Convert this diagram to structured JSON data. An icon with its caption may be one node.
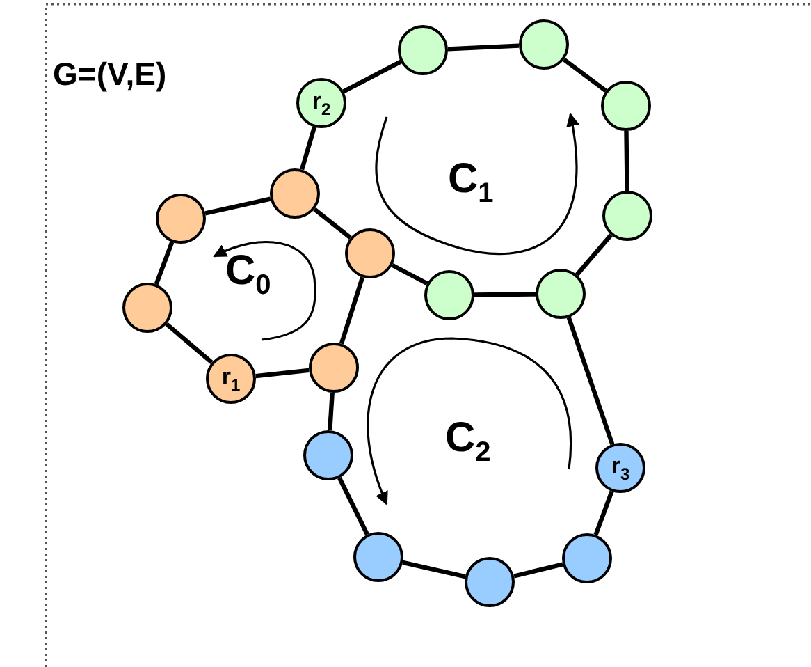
{
  "diagram": {
    "title": "G=(V,E)",
    "nodes": [
      {
        "text": [],
        "shape": "circle"
      },
      {
        "text": [],
        "shape": "circle"
      },
      {
        "text": [
          "r$_{2}$"
        ]
      },
      {
        "text": [],
        "shape": "circle"
      },
      {
        "text": [],
        "shape": "circle"
      },
      {
        "text": [],
        "shape": "circle"
      },
      {
        "text": [],
        "shape": "circle"
      },
      {
        "text": [],
        "shape": "circle"
      },
      {
        "text": [],
        "shape": "circle"
      },
      {
        "text": [],
        "shape": "circle"
      },
      {
        "text": [],
        "shape": "circle"
      },
      {
        "text": [],
        "shape": "circle"
      },
      {
        "text": [
          "r$_{1}$"
        ]
      },
      {
        "text": [],
        "shape": "circle"
      },
      {
        "text": [
          "r$_{3}$"
        ]
      },
      {
        "text": [],
        "shape": "circle"
      },
      {
        "text": [],
        "shape": "circle"
      },
      {
        "text": [],
        "shape": "circle"
      }
    ],
    "edges": [
      {
        "from": 2,
        "to": 0,
        "arrow": "none"
      },
      {
        "from": 0,
        "to": 1,
        "arrow": "none"
      },
      {
        "from": 1,
        "to": 3,
        "arrow": "none"
      },
      {
        "from": 3,
        "to": 5,
        "arrow": "none"
      },
      {
        "from": 5,
        "to": 8,
        "arrow": "none"
      },
      {
        "from": 8,
        "to": 9,
        "arrow": "none"
      },
      {
        "from": 9,
        "to": 7,
        "arrow": "none"
      },
      {
        "from": 7,
        "to": 4,
        "arrow": "none"
      },
      {
        "from": 4,
        "to": 2,
        "arrow": "none"
      },
      {
        "from": 4,
        "to": 6,
        "arrow": "none"
      },
      {
        "from": 6,
        "to": 10,
        "arrow": "none"
      },
      {
        "from": 10,
        "to": 12,
        "arrow": "none"
      },
      {
        "from": 12,
        "to": 11,
        "arrow": "none"
      },
      {
        "from": 11,
        "to": 7,
        "arrow": "none"
      },
      {
        "from": 11,
        "to": 13,
        "arrow": "none"
      },
      {
        "from": 13,
        "to": 15,
        "arrow": "none"
      },
      {
        "from": 15,
        "to": 17,
        "arrow": "none"
      },
      {
        "from": 17,
        "to": 16,
        "arrow": "none"
      },
      {
        "from": 16,
        "to": 14,
        "arrow": "none"
      },
      {
        "from": 14,
        "to": 8,
        "arrow": "none"
      }
    ],
    "labels": [
      "C$_{1}$",
      "C$_{0}$",
      "C$_{2}$"
    ]
  }
}
